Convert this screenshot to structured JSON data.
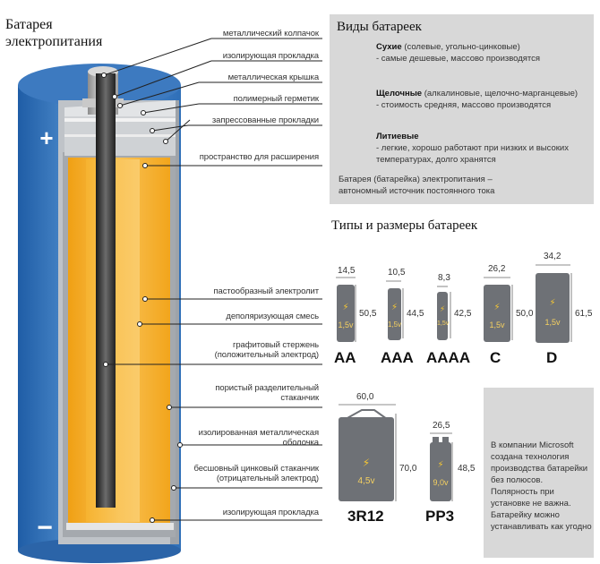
{
  "title": {
    "line1": "Батарея",
    "line2": "электропитания"
  },
  "callouts": [
    {
      "id": "c0",
      "text": "металлический колпачок"
    },
    {
      "id": "c1",
      "text": "изолирующая прокладка"
    },
    {
      "id": "c2",
      "text": "металлическая крышка"
    },
    {
      "id": "c3",
      "text": "полимерный герметик"
    },
    {
      "id": "c4",
      "text": "запрессованные прокладки"
    },
    {
      "id": "c5",
      "text": "пространство для расширения"
    },
    {
      "id": "c6",
      "text": "пастообразный электролит"
    },
    {
      "id": "c7",
      "text": "деполяризующая смесь"
    },
    {
      "id": "c8a",
      "text": "графитовый стержень"
    },
    {
      "id": "c8b",
      "text": "(положительный электрод)"
    },
    {
      "id": "c9a",
      "text": "пористый разделительный"
    },
    {
      "id": "c9b",
      "text": "стаканчик"
    },
    {
      "id": "c10a",
      "text": "изолированная металлическая"
    },
    {
      "id": "c10b",
      "text": "оболочка"
    },
    {
      "id": "c11a",
      "text": "бесшовный цинковый стаканчик"
    },
    {
      "id": "c11b",
      "text": "(отрицательный электрод)"
    },
    {
      "id": "c12",
      "text": "изолирующая прокладка"
    }
  ],
  "cell_symbols": {
    "plus": "+",
    "minus": "−"
  },
  "types_panel": {
    "title": "Виды батареек",
    "dry_name": "Сухие",
    "dry_desc1": "(солевые, угольно-цинковые)",
    "dry_desc2": "- самые дешевые, массово производятся",
    "alk_name": "Щелочные",
    "alk_desc1": "(алкалиновые, щелочно-марганцевые)",
    "alk_desc2": "- стоимость средняя, массово производятся",
    "lith_name": "Литиевые",
    "lith_desc1": "- легкие, хорошо работают при низких и высоких",
    "lith_desc2": "температурах, долго хранятся",
    "note1": "Батарея (батарейка) электропитания –",
    "note2": "автономный источник постоянного тока"
  },
  "sizes_title": "Типы и размеры батареек",
  "batteries": [
    {
      "name": "AA",
      "width": "14,5",
      "height": "50,5",
      "voltage": "1,5v"
    },
    {
      "name": "AAA",
      "width": "10,5",
      "height": "44,5",
      "voltage": "1,5v"
    },
    {
      "name": "AAAA",
      "width": "8,3",
      "height": "42,5",
      "voltage": "1,5v"
    },
    {
      "name": "C",
      "width": "26,2",
      "height": "50,0",
      "voltage": "1,5v"
    },
    {
      "name": "D",
      "width": "34,2",
      "height": "61,5",
      "voltage": "1,5v"
    },
    {
      "name": "3R12",
      "width": "60,0",
      "height": "70,0",
      "voltage": "4,5v"
    },
    {
      "name": "PP3",
      "width": "26,5",
      "height": "48,5",
      "voltage": "9,0v"
    }
  ],
  "microsoft_note": {
    "line1": "В компании Microsoft",
    "line2": "создана технология",
    "line3": "производства батарейки",
    "line4": "без полюсов.",
    "line5": "Полярность при",
    "line6": "установке не важна.",
    "line7": "Батарейку можно",
    "line8": "устанавливать как угодно"
  },
  "colors": {
    "shell_blue": "#3f7fc4",
    "paste_orange": "#f3a21b",
    "panel_gray": "#d8d8d8",
    "cell_gray": "#6e7176"
  }
}
